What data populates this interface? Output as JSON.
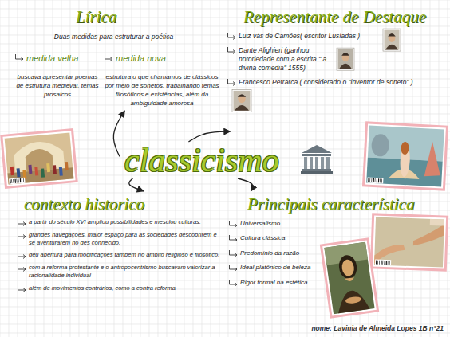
{
  "diagram": {
    "nodes": [
      {
        "text": [
          "classicismo"
        ]
      },
      {
        "text": [
          "Lírica",
          "Duas medidas para estruturar a poética"
        ]
      },
      {
        "text": [
          "medida velha",
          "buscava apresentar poemas de estrutura medieval, temas prosaicos"
        ],
        "in": 1
      },
      {
        "text": [
          "medida nova",
          "estrutura o que chamamos de clássicos por meio de sonetos, trabalhando temas filosóficos e existências, além da ambiguidade amorosa"
        ],
        "in": 1
      },
      {
        "text": [
          "Representante de Destaque",
          "Luiz vás de Camões( escritor Lusíadas )",
          "Dante Alighieri (ganhou notoriedade com a escrita \" a divina comedia\" 1555)",
          "Francesco Petrarca ( considerado o \"inventor de soneto\" )"
        ]
      },
      {
        "text": [
          "contexto historico",
          "a partir do século XVI ampliou possibilidades e mesclou culturas.",
          "grandes navegações, maior espaço para as sociedades descobrirem e se aventurarem no des conhecido.",
          "deu abertura para modificações também no âmbito religioso e filosófico.",
          "com a reforma protestante e o antropocentrismo buscavam valorizar a racionalidade individual",
          "além de movimentos contrários, como a contra reforma"
        ]
      },
      {
        "text": [
          "Principais característica",
          "Universalismo",
          "Cultura clássica",
          "Predomínio da razão",
          "Ideal platônico de beleza",
          "Rigor formal na estética"
        ]
      }
    ],
    "edges": [
      {
        "from": 0,
        "to": 1,
        "arrow": "to"
      },
      {
        "from": 0,
        "to": 4,
        "arrow": "to"
      },
      {
        "from": 0,
        "to": 5,
        "arrow": "to"
      },
      {
        "from": 0,
        "to": 6,
        "arrow": "to"
      }
    ],
    "labels": [
      "nome: Lavinia de Almeida Lopes 1B n°21"
    ]
  }
}
